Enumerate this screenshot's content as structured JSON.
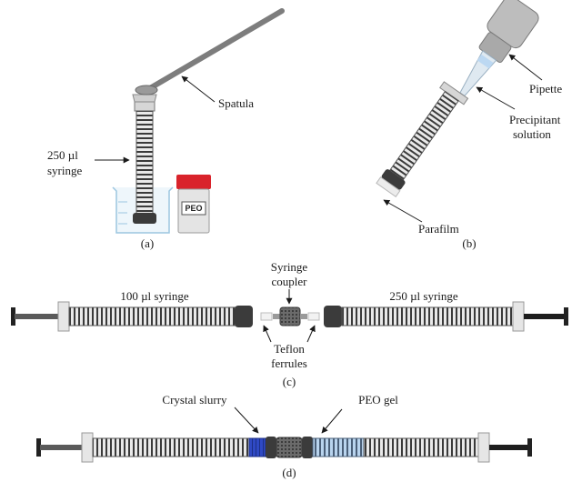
{
  "panel_a": {
    "label": "(a)",
    "spatula_label": "Spatula",
    "syringe_label_line1": "250 µl",
    "syringe_label_line2": "syringe",
    "jar_label": "PEO"
  },
  "panel_b": {
    "label": "(b)",
    "pipette_label": "Pipette",
    "precipitant_line1": "Precipitant",
    "precipitant_line2": "solution",
    "parafilm_label": "Parafilm"
  },
  "panel_c": {
    "label": "(c)",
    "left_syringe_label": "100 µl syringe",
    "right_syringe_label": "250 µl syringe",
    "coupler_line1": "Syringe",
    "coupler_line2": "coupler",
    "ferrules_line1": "Teflon",
    "ferrules_line2": "ferrules"
  },
  "panel_d": {
    "label": "(d)",
    "crystal_label": "Crystal slurry",
    "peo_label": "PEO gel"
  },
  "colors": {
    "jar_cap": "#d9232b",
    "crystal_blue": "#2f49c4",
    "gel_blue": "#b9d4ee",
    "pipette_tip": "#dfe9f1",
    "plunger_dark": "#222222"
  }
}
